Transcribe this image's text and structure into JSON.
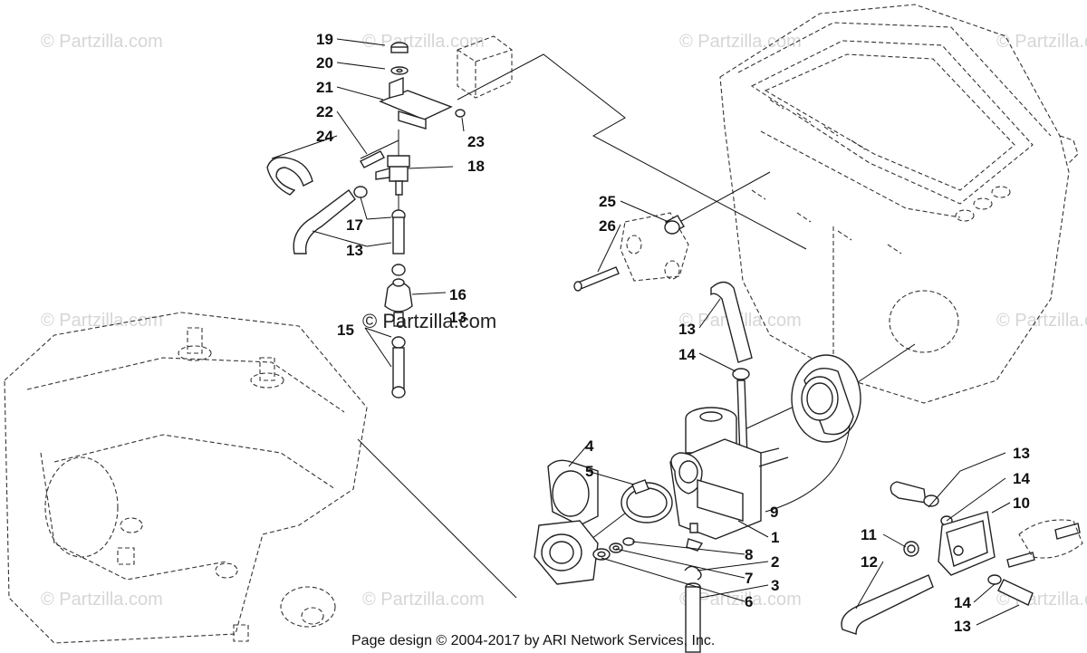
{
  "watermarks": [
    "© Partzilla.com",
    "© Partzilla.com",
    "© Partzilla.com",
    "© Partzilla.com",
    "© Partzilla.com",
    "© Partzilla.com",
    "© Partzilla.com",
    "© Partzilla.com",
    "© Partzilla.com",
    "© Partzilla.com",
    "© Partzilla.com",
    "© Partzilla.com"
  ],
  "center_watermark": "© Partzilla.com",
  "footer": "Page design © 2004-2017 by ARI Network Services, Inc.",
  "callouts": {
    "n19": "19",
    "n20": "20",
    "n21": "21",
    "n22": "22",
    "n23": "23",
    "n24": "24",
    "n18": "18",
    "n17": "17",
    "n13a": "13",
    "n16": "16",
    "n13b": "13",
    "n15": "15",
    "n25": "25",
    "n26": "26",
    "n13c": "13",
    "n14a": "14",
    "n4": "4",
    "n5": "5",
    "n8": "8",
    "n7": "7",
    "n6": "6",
    "n1": "1",
    "n2": "2",
    "n3": "3",
    "n9": "9",
    "n13d": "13",
    "n14b": "14",
    "n10": "10",
    "n11": "11",
    "n12": "12",
    "n14c": "14",
    "n13e": "13"
  }
}
